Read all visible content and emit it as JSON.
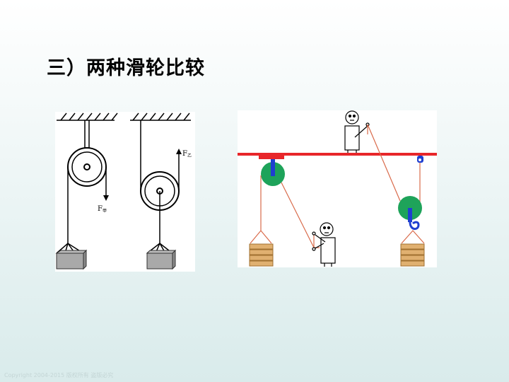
{
  "slide": {
    "title": "三）两种滑轮比较",
    "copyright": "Copyright 2004-2015 版权所有 盗版必究"
  },
  "fixed_pulley": {
    "force_label": "F",
    "force_subscript": "甲"
  },
  "movable_pulley": {
    "force_label": "F",
    "force_subscript": "乙"
  },
  "colors": {
    "beam": "#e8262a",
    "rope": "#d96a4a",
    "pulley_wheel": "#1ea35a",
    "axle": "#1f3fd0",
    "crate": "#e0b070"
  }
}
